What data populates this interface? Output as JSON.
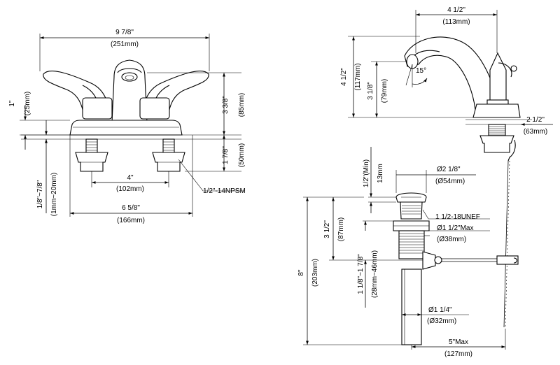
{
  "front_view": {
    "overall_width": "9 7/8\"",
    "overall_width_mm": "(251mm)",
    "handle_height": "1\"",
    "handle_height_mm": "(25mm)",
    "spout_height": "3 3/8\"",
    "spout_height_mm": "(85mm)",
    "shank_length": "1 7/8\"",
    "shank_length_mm": "(50mm)",
    "deck_thickness": "1/8\"~7/8\"",
    "deck_thickness_mm": "(1mm~20mm)",
    "center_spacing": "4\"",
    "center_spacing_mm": "(102mm)",
    "base_width": "6 5/8\"",
    "base_width_mm": "(166mm)",
    "thread_note": "1/2\"-14NPSM"
  },
  "side_view": {
    "spout_reach": "4 1/2\"",
    "spout_reach_mm": "(113mm)",
    "total_height": "4 1/2\"",
    "total_height_mm": "(117mm)",
    "outlet_height": "3 1/8\"",
    "outlet_height_mm": "(79mm)",
    "spout_angle": "15°",
    "base_depth": "2 1/2\"",
    "base_depth_mm": "(63mm)"
  },
  "drain_view": {
    "flange_height_min": "1/2\"(Min)",
    "flange_height_mm": "13mm",
    "flange_diameter": "Ø2 1/8\"",
    "flange_diameter_mm": "(Ø54mm)",
    "thread_spec": "1 1/2-18UNEF",
    "body_diameter": "Ø1 1/2\"Max",
    "body_diameter_mm": "(Ø38mm)",
    "upper_length": "3 1/2\"",
    "upper_length_mm": "(87mm)",
    "pivot_range": "1 1/8\"~1 7/8\"",
    "pivot_range_mm": "(28mm~46mm)",
    "total_length": "8\"",
    "total_length_mm": "(203mm)",
    "tail_diameter": "Ø1 1/4\"",
    "tail_diameter_mm": "(Ø32mm)",
    "rod_reach": "5\"Max",
    "rod_reach_mm": "(127mm)"
  }
}
